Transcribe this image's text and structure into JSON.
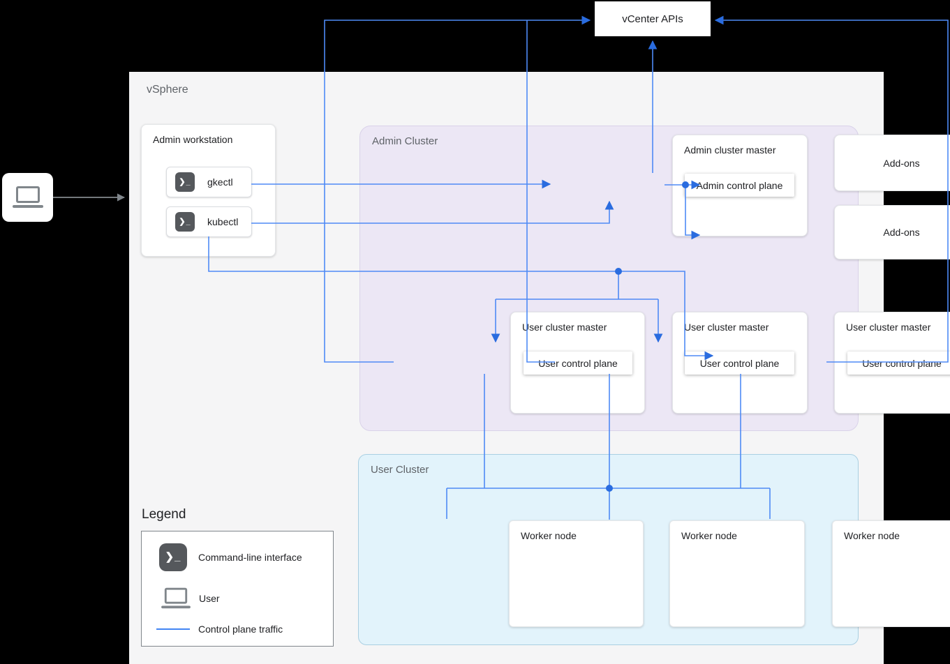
{
  "colors": {
    "background": "#000000",
    "vsphere_fill": "#f5f5f6",
    "admin_cluster_fill": "#ece7f5",
    "user_cluster_fill": "#e2f3fb",
    "node_fill": "#ffffff",
    "control_plane_traffic_blue": "#4285f4",
    "junction_dot_blue": "#2a6cdf",
    "terminal_icon_bg": "#55585c",
    "user_arrow_gray": "#9aa0a6",
    "label_gray": "#5f6368"
  },
  "vcenter": {
    "label": "vCenter APIs"
  },
  "vsphere": {
    "label": "vSphere",
    "admin_workstation": {
      "label": "Admin workstation",
      "tools": [
        {
          "label": "gkectl"
        },
        {
          "label": "kubectl"
        }
      ]
    },
    "admin_cluster": {
      "label": "Admin Cluster",
      "admin_master": {
        "label": "Admin cluster master",
        "control_plane": "Admin control plane"
      },
      "addons": [
        {
          "label": "Add-ons"
        },
        {
          "label": "Add-ons"
        }
      ],
      "user_masters": [
        {
          "label": "User cluster master",
          "control_plane": "User control plane"
        },
        {
          "label": "User cluster master",
          "control_plane": "User control plane"
        },
        {
          "label": "User cluster master",
          "control_plane": "User control plane"
        }
      ]
    },
    "user_cluster": {
      "label": "User Cluster",
      "worker_nodes": [
        {
          "label": "Worker node"
        },
        {
          "label": "Worker node"
        },
        {
          "label": "Worker node"
        }
      ]
    }
  },
  "legend": {
    "title": "Legend",
    "items": [
      {
        "icon": "terminal-icon",
        "label": "Command-line interface"
      },
      {
        "icon": "laptop-icon",
        "label": "User"
      },
      {
        "icon": "blue-line",
        "label": "Control plane traffic"
      }
    ]
  }
}
